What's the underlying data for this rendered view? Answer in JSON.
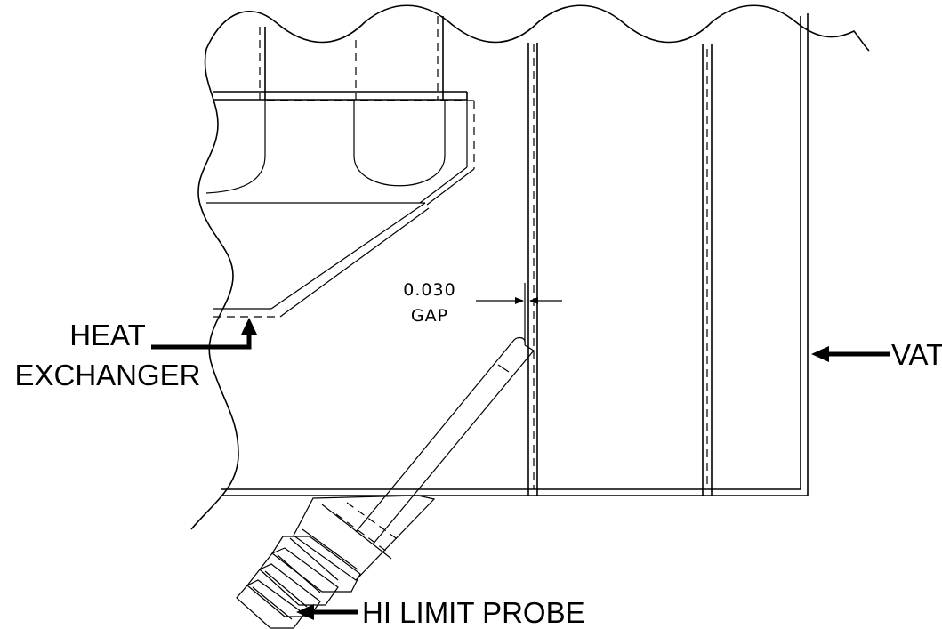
{
  "labels": {
    "heat_exchanger_line1": "HEAT",
    "heat_exchanger_line2": "EXCHANGER",
    "vat": "VAT",
    "hi_limit_probe": "HI LIMIT PROBE"
  },
  "dimension": {
    "value": "0.030",
    "unit": "GAP"
  }
}
